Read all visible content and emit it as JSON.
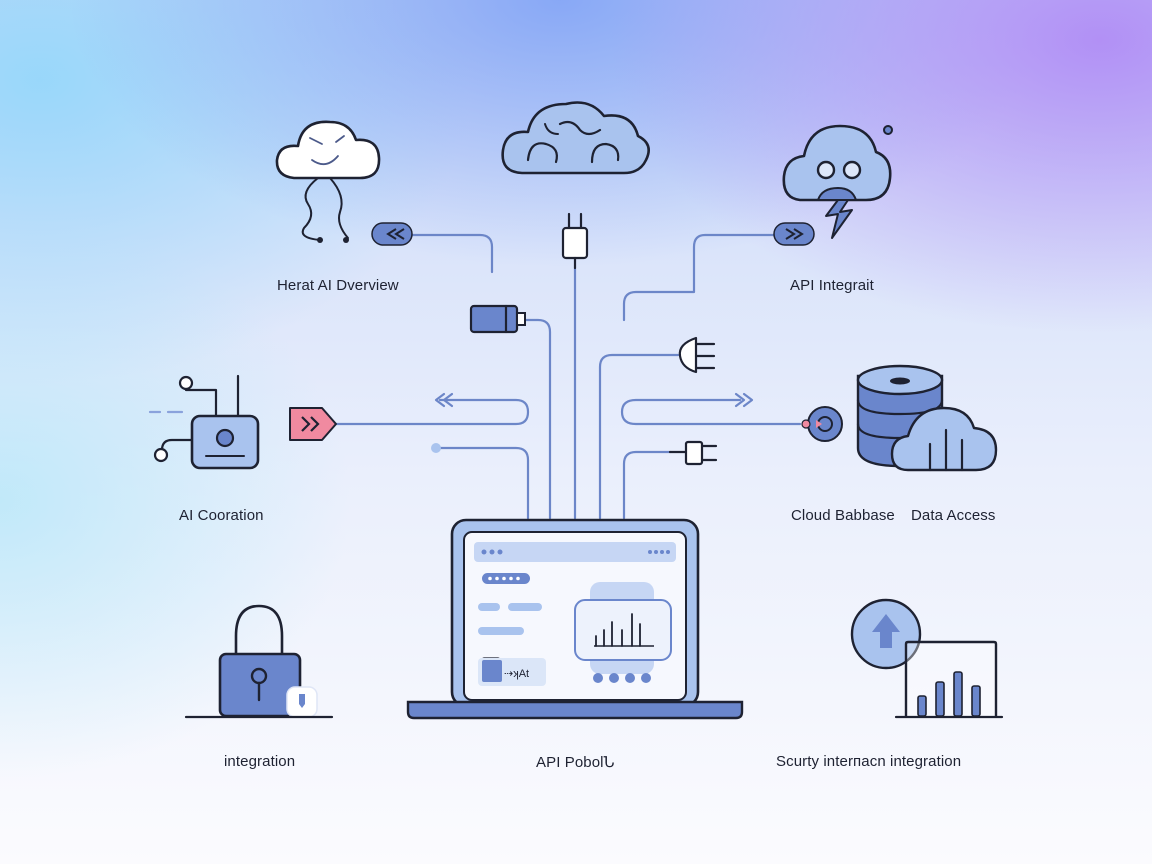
{
  "labels": {
    "cloud_overview": "Herat AI Dverview",
    "api_integration": "API Integrait",
    "ai_coordination": "AI Cooration",
    "cloud_database": "Cloud Babbase",
    "data_access": "Data Access",
    "integration": "integration",
    "api_portal": "API PobolՆ",
    "security_integration": "Scurty interпаcn integration"
  },
  "screen": {
    "chip_text": "⇢ʞAt"
  },
  "colors": {
    "outline": "#1e2232",
    "fill_blue": "#a9c3ee",
    "fill_deep": "#6a86cc",
    "wire": "#6c86c8",
    "accent_pink": "#f08aa0"
  }
}
